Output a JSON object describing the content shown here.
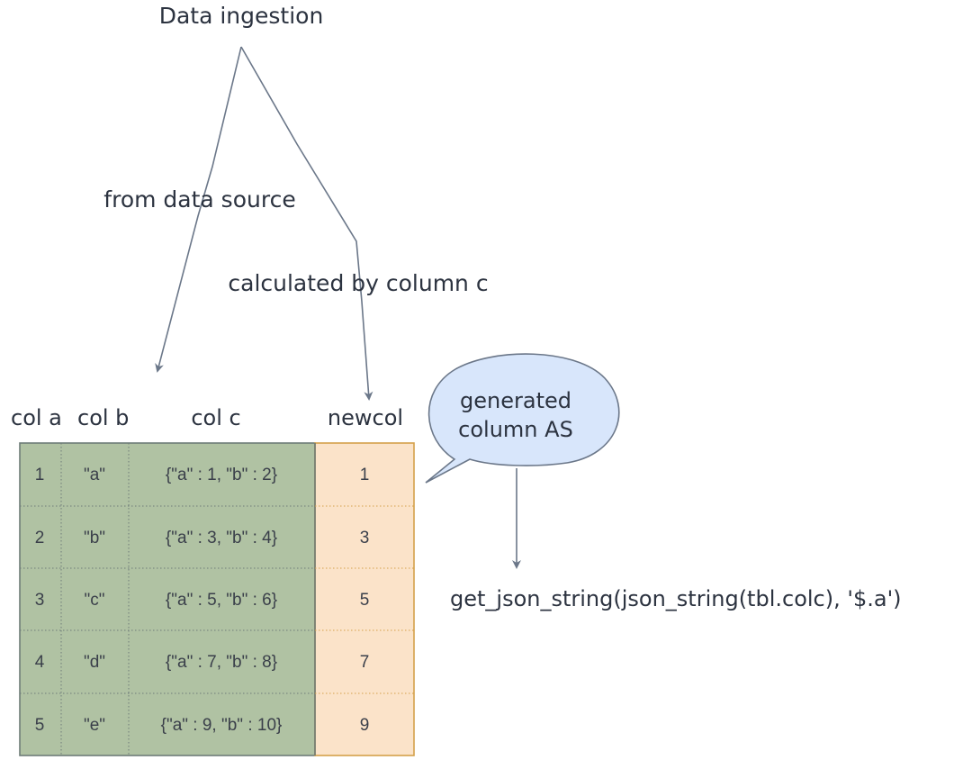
{
  "labels": {
    "root": "Data ingestion",
    "left_branch": "from data source",
    "right_branch": "calculated by column c",
    "callout": [
      "generated",
      "column AS"
    ],
    "expression": "get_json_string(json_string(tbl.colc), '$.a')"
  },
  "columns": [
    "col a",
    "col b",
    "col c",
    "newcol"
  ],
  "rows": [
    [
      "1",
      "\"a\"",
      "{\"a\" : 1, \"b\" : 2}",
      "1"
    ],
    [
      "2",
      "\"b\"",
      "{\"a\" : 3, \"b\" : 4}",
      "3"
    ],
    [
      "3",
      "\"c\"",
      "{\"a\" : 5, \"b\" : 6}",
      "5"
    ],
    [
      "4",
      "\"d\"",
      "{\"a\" : 7, \"b\" : 8}",
      "7"
    ],
    [
      "5",
      "\"e\"",
      "{\"a\" : 9, \"b\" : 10}",
      "9"
    ]
  ],
  "colors": {
    "source_fill": "#b0c2a3",
    "generated_fill": "#fbe3c9",
    "generated_border": "#d4a04a",
    "callout_fill": "#d8e6fb",
    "callout_border": "#6b7789",
    "arrow": "#6b7789"
  }
}
